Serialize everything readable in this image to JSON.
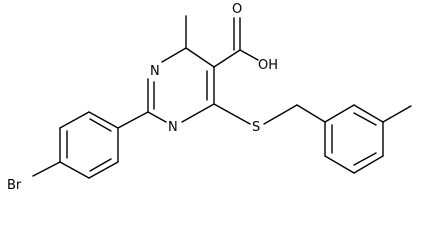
{
  "molecule": {
    "atoms": {
      "n_upper": "N",
      "n_lower": "N",
      "hydroxyl": "OH",
      "carbonyl_oxygen": "O",
      "sulfur": "S",
      "bromine": "Br"
    }
  }
}
